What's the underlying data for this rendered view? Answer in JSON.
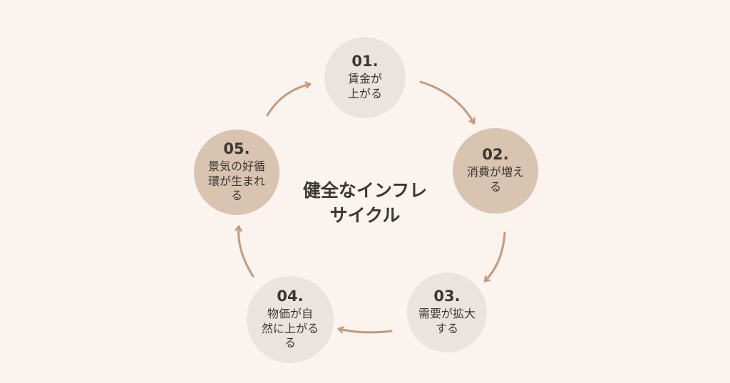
{
  "diagram": {
    "center_title": "健全なインフレ\nサイクル",
    "steps": [
      {
        "num": "01.",
        "label": "賃金が\n上がる"
      },
      {
        "num": "02.",
        "label": "消費が増え\nる"
      },
      {
        "num": "03.",
        "label": "需要が拡大\nする"
      },
      {
        "num": "04.",
        "label": "物価が自\n然に上がる\nる"
      },
      {
        "num": "05.",
        "label": "景気の好循\n環が生まれ\nる"
      }
    ]
  },
  "colors": {
    "background": "#fbf3ee",
    "circle_light": "#ebe3dd",
    "circle_tan": "#d9c3b1",
    "arrow": "#c49a7c",
    "text": "#3a3632"
  }
}
